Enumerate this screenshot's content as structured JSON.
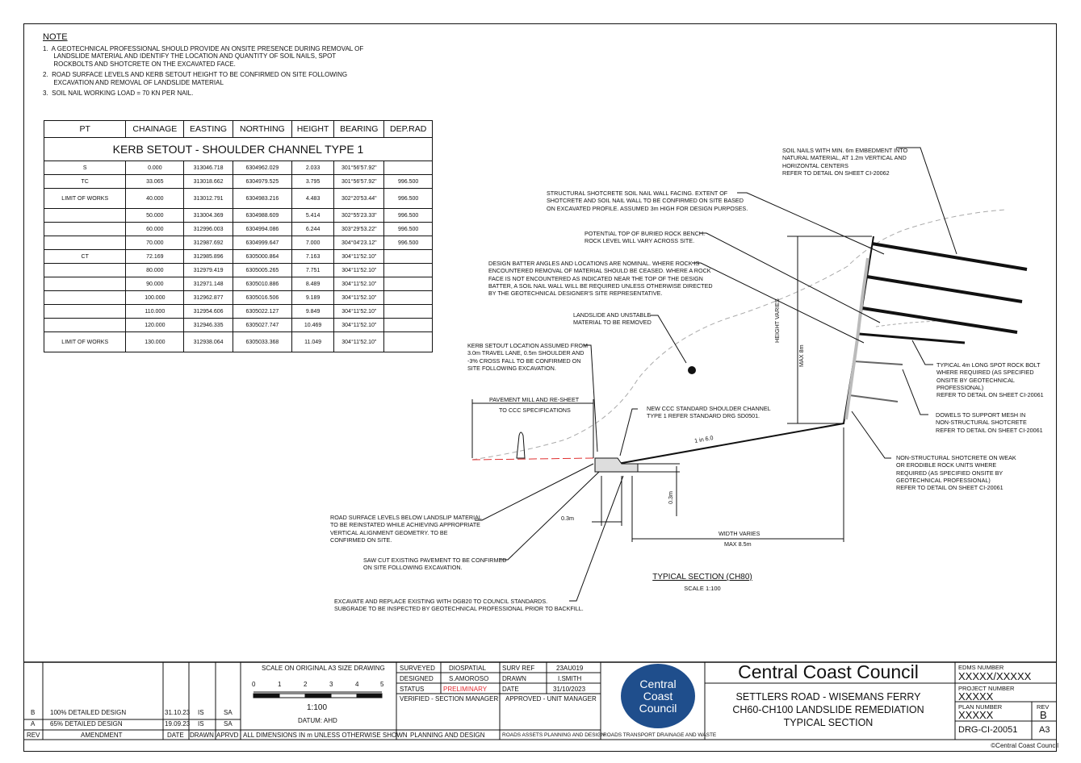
{
  "notes": {
    "heading": "NOTE",
    "items": [
      "1.  A GEOTECHNICAL PROFESSIONAL SHOULD PROVIDE AN ONSITE PRESENCE DURING REMOVAL OF\n      LANDSLIDE MATERIAL AND IDENTIFY THE LOCATION AND QUANTITY OF SOIL NAILS, SPOT\n      ROCKBOLTS AND SHOTCRETE ON THE EXCAVATED FACE.",
      "2.  ROAD SURFACE LEVELS AND KERB SETOUT HEIGHT TO BE CONFIRMED ON SITE FOLLOWING\n      EXCAVATION AND REMOVAL OF LANDSLIDE MATERIAL",
      "3.  SOIL NAIL WORKING LOAD = 70 KN PER NAIL."
    ]
  },
  "table": {
    "title": "KERB SETOUT - SHOULDER CHANNEL TYPE 1",
    "headers": [
      "PT",
      "CHAINAGE",
      "EASTING",
      "NORTHING",
      "HEIGHT",
      "BEARING",
      "DEP.RAD"
    ],
    "rows": [
      [
        "S",
        "0.000",
        "313046.718",
        "6304962.029",
        "2.033",
        "301°56'57.92\"",
        ""
      ],
      [
        "TC",
        "33.065",
        "313018.662",
        "6304979.525",
        "3.795",
        "301°56'57.92\"",
        "996.500"
      ],
      [
        "LIMIT OF WORKS",
        "40.000",
        "313012.791",
        "6304983.216",
        "4.483",
        "302°20'53.44\"",
        "996.500"
      ],
      [
        "",
        "50.000",
        "313004.369",
        "6304988.609",
        "5.414",
        "302°55'23.33\"",
        "996.500"
      ],
      [
        "",
        "60.000",
        "312996.003",
        "6304994.086",
        "6.244",
        "303°29'53.22\"",
        "996.500"
      ],
      [
        "",
        "70.000",
        "312987.692",
        "6304999.647",
        "7.000",
        "304°04'23.12\"",
        "996.500"
      ],
      [
        "CT",
        "72.169",
        "312985.896",
        "6305000.864",
        "7.163",
        "304°11'52.10\"",
        ""
      ],
      [
        "",
        "80.000",
        "312979.419",
        "6305005.265",
        "7.751",
        "304°11'52.10\"",
        ""
      ],
      [
        "",
        "90.000",
        "312971.148",
        "6305010.886",
        "8.489",
        "304°11'52.10\"",
        ""
      ],
      [
        "",
        "100.000",
        "312962.877",
        "6305016.506",
        "9.189",
        "304°11'52.10\"",
        ""
      ],
      [
        "",
        "110.000",
        "312954.606",
        "6305022.127",
        "9.849",
        "304°11'52.10\"",
        ""
      ],
      [
        "",
        "120.000",
        "312946.335",
        "6305027.747",
        "10.469",
        "304°11'52.10\"",
        ""
      ],
      [
        "LIMIT OF WORKS",
        "130.000",
        "312938.064",
        "6305033.368",
        "11.049",
        "304°11'52.10\"",
        ""
      ]
    ]
  },
  "labels": {
    "soil_nails": "SOIL NAILS WITH MIN. 6m EMBEDMENT INTO\nNATURAL MATERIAL, AT 1.2m VERTICAL AND\nHORIZONTAL CENTERS\nREFER TO DETAIL ON SHEET CI-20062",
    "structural": "STRUCTURAL SHOTCRETE SOIL NAIL WALL FACING. EXTENT OF\nSHOTCRETE AND SOIL NAIL WALL TO BE CONFIRMED ON SITE BASED\nON EXCAVATED PROFILE. ASSUMED 3m HIGH FOR DESIGN PURPOSES.",
    "rock_bench": "POTENTIAL TOP OF BURIED ROCK BENCH.\nROCK LEVEL WILL VARY ACROSS SITE.",
    "batter": "DESIGN BATTER ANGLES AND LOCATIONS ARE NOMINAL. WHERE ROCK IS\nENCOUNTERED REMOVAL OF MATERIAL SHOULD BE CEASED. WHERE A ROCK\nFACE IS NOT ENCOUNTERED AS INDICATED NEAR THE TOP OF THE DESIGN\nBATTER, A SOIL NAIL WALL WILL BE REQUIRED UNLESS OTHERWISE DIRECTED\nBY THE GEOTECHNICAL DESIGNER'S SITE REPRESENTATIVE.",
    "landslide": "LANDSLIDE AND UNSTABLE\nMATERIAL TO BE REMOVED",
    "kerb_setout": "KERB SETOUT LOCATION ASSUMED FROM\n3.0m TRAVEL LANE, 0.5m SHOULDER AND\n-3% CROSS FALL TO BE CONFIRMED ON\nSITE FOLLOWING EXCAVATION.",
    "pavement": "PAVEMENT MILL AND RE-SHEET",
    "pavement2": "TO CCC SPECIFICATIONS",
    "channel": "NEW CCC STANDARD SHOULDER CHANNEL\nTYPE 1 REFER STANDARD DRG SD0501.",
    "rock_bolt": "TYPICAL 4m LONG SPOT ROCK BOLT\nWHERE REQUIRED (AS SPECIFIED\nONSITE BY GEOTECHNICAL\nPROFESSIONAL)\nREFER TO DETAIL ON SHEET CI-20061",
    "dowels": "DOWELS TO SUPPORT MESH IN\nNON-STRUCTURAL SHOTCRETE\nREFER TO DETAIL ON SHEET CI-20061",
    "nonstruct": "NON-STRUCTURAL SHOTCRETE ON WEAK\nOR ERODIBLE ROCK UNITS WHERE\nREQUIRED (AS SPECIFIED ONSITE BY\nGEOTECHNICAL PROFESSIONAL)\nREFER TO DETAIL ON SHEET CI-20061",
    "road_levels": "ROAD SURFACE LEVELS BELOW LANDSLIP MATERIAL\nTO BE REINSTATED WHILE ACHIEVING APPROPRIATE\nVERTICAL ALIGNMENT GEOMETRY. TO BE\nCONFIRMED ON SITE.",
    "saw_cut": "SAW CUT EXISTING PAVEMENT TO BE CONFIRMED\nON SITE FOLLOWING EXCAVATION.",
    "excavate": "EXCAVATE AND REPLACE EXISTING WITH DGB20 TO COUNCIL STANDARDS.\nSUBGRADE TO BE INSPECTED BY GEOTECHNICAL PROFESSIONAL PRIOR TO BACKFILL.",
    "slope": "1 in 6.0",
    "height_varies": "HEIGHT VARIES",
    "max8m": "MAX 8m",
    "dim_03a": "0.3m",
    "dim_03b": "0.3m",
    "width_varies": "WIDTH VARIES",
    "max85": "MAX 8.5m"
  },
  "section": {
    "title": "TYPICAL SECTION (CH80)",
    "scale": "SCALE 1:100"
  },
  "title_block": {
    "revisions": [
      {
        "rev": "B",
        "amendment": "100% DETAILED DESIGN",
        "date": "31.10.23",
        "drawn": "IS",
        "apprvd": "SA"
      },
      {
        "rev": "A",
        "amendment": "65% DETAILED DESIGN",
        "date": "19.09.23",
        "drawn": "IS",
        "apprvd": "SA"
      }
    ],
    "rev_headers": [
      "REV",
      "AMENDMENT",
      "DATE",
      "DRAWN",
      "APRVD"
    ],
    "scale_heading": "SCALE ON ORIGINAL A3 SIZE DRAWING",
    "scale_ticks": [
      "0",
      "1",
      "2",
      "3",
      "4",
      "5"
    ],
    "scale": "1:100",
    "datum": "DATUM: AHD",
    "dims_note": "ALL DIMENSIONS IN m UNLESS OTHERWISE SHOWN",
    "surveyed_label": "SURVEYED",
    "surveyed": "DIOSPATIAL",
    "designed_label": "DESIGNED",
    "designed": "S.AMOROSO",
    "status_label": "STATUS",
    "status": "PRELIMINARY",
    "status_color": "#e0282e",
    "surv_ref_label": "SURV REF",
    "surv_ref": "23AU019",
    "drawn_label": "DRAWN",
    "drawn": "I.SMITH",
    "date_label": "DATE",
    "date": "31/10/2023",
    "verified": "VERIFIED - SECTION MANAGER",
    "approved": "APPROVED - UNIT MANAGER",
    "dept1": "PLANNING AND DESIGN",
    "dept2": "ROADS ASSETS PLANNING AND DESIGN",
    "dept3": "ROADS TRANSPORT DRAINAGE AND WASTE",
    "logo": "Central\nCoast\nCouncil",
    "logo_color": "#1f4e8c",
    "council": "Central Coast Council",
    "project": "SETTLERS ROAD - WISEMANS FERRY\nCH60-CH100 LANDSLIDE REMEDIATION\nTYPICAL SECTION",
    "edms_label": "EDMS NUMBER",
    "edms": "XXXXX/XXXXX",
    "projnum_label": "PROJECT NUMBER",
    "projnum": "XXXXX",
    "plan_label": "PLAN NUMBER",
    "plan": "XXXXX",
    "rev_label": "REV",
    "rev": "B",
    "drawing_no": "DRG-CI-20051",
    "sheet": "A3"
  },
  "copyright": "©Central Coast Council"
}
